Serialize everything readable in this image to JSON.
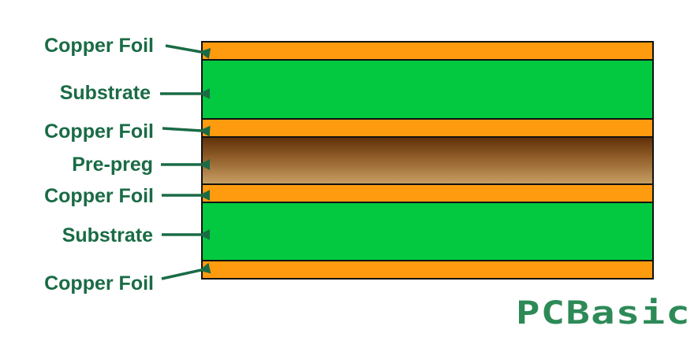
{
  "colors": {
    "copper": "#ff9b0f",
    "substrate": "#02c93f",
    "prepreg_dark": "#5e3008",
    "prepreg_light": "#c9a064",
    "label": "#1a6b45",
    "arrow": "#1a6b45",
    "outline": "#111111",
    "logo": "#2d8a57"
  },
  "layers": [
    {
      "type": "copper",
      "label": "Copper Foil"
    },
    {
      "type": "substrate",
      "label": "Substrate"
    },
    {
      "type": "copper",
      "label": "Copper Foil"
    },
    {
      "type": "prepreg",
      "label": "Pre-preg"
    },
    {
      "type": "copper",
      "label": "Copper Foil"
    },
    {
      "type": "substrate",
      "label": "Substrate"
    },
    {
      "type": "copper",
      "label": "Copper Foil"
    }
  ],
  "logo": {
    "text": "PCBasic"
  }
}
